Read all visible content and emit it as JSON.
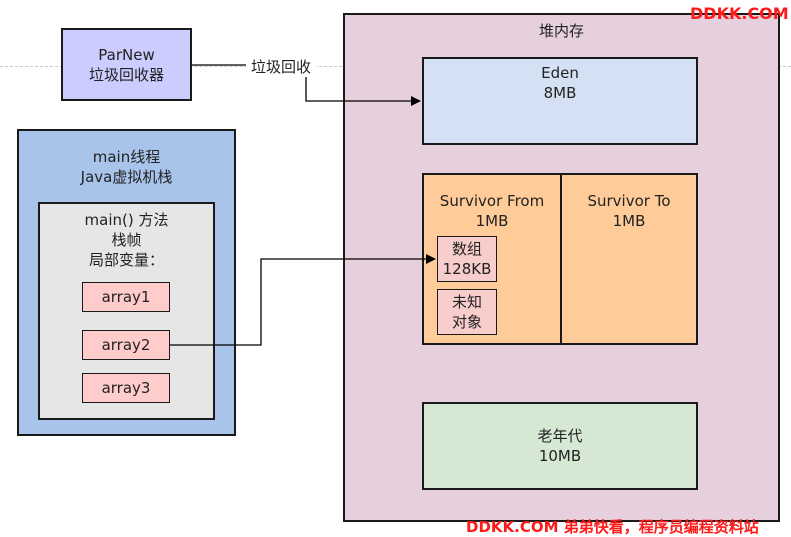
{
  "parnew": {
    "line1": "ParNew",
    "line2": "垃圾回收器"
  },
  "gc_label": "垃圾回收",
  "stack": {
    "title_line1": "main线程",
    "title_line2": "Java虚拟机栈",
    "frame": {
      "line1": "main() 方法",
      "line2": "栈帧",
      "line3": "局部变量：",
      "vars": [
        "array1",
        "array2",
        "array3"
      ]
    }
  },
  "heap": {
    "title": "堆内存",
    "eden": {
      "name": "Eden",
      "size": "8MB"
    },
    "survivor_from": {
      "name": "Survivor From",
      "size": "1MB"
    },
    "survivor_to": {
      "name": "Survivor To",
      "size": "1MB"
    },
    "obj_array": {
      "line1": "数组",
      "line2": "128KB"
    },
    "obj_unknown": {
      "line1": "未知",
      "line2": "对象"
    },
    "old": {
      "name": "老年代",
      "size": "10MB"
    }
  },
  "watermark_top": "DDKK.COM",
  "watermark_bottom": "DDKK.COM 弟弟快看，程序员编程资料站",
  "colors": {
    "parnew_fill": "#ccccff",
    "stack_fill": "#a9c4eb",
    "frame_fill": "#e6e6e6",
    "var_fill": "#ffcccc",
    "heap_fill": "#e6d0de",
    "eden_fill": "#d4e1f5",
    "survivor_fill": "#ffcc99",
    "obj_fill": "#f8cecc",
    "old_fill": "#d5e8d4",
    "watermark": "#ff1a1a"
  }
}
